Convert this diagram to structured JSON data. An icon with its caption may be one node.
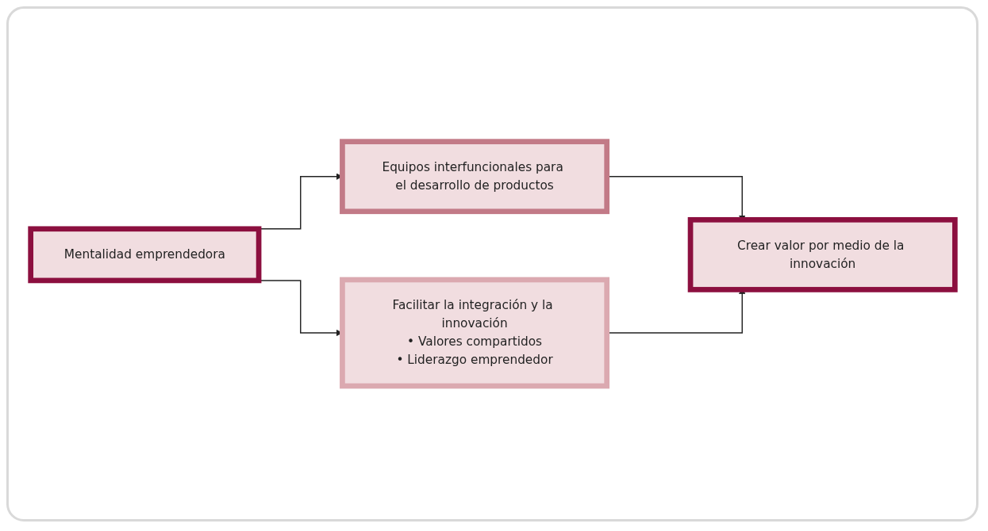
{
  "diagram": {
    "nodes": [
      {
        "text": [
          "Mentalidad emprendedora"
        ]
      },
      {
        "text": [
          "Equipos interfuncionales para el desarrollo de productos"
        ]
      },
      {
        "text": [
          "Facilitar la integración y la innovación",
          "• Valores compartidos",
          "• Liderazgo emprendedor"
        ]
      },
      {
        "text": [
          "Crear valor por medio de la innovación"
        ]
      }
    ],
    "edges": [
      {
        "from": 0,
        "to": 1,
        "arrow": "to"
      },
      {
        "from": 0,
        "to": 2,
        "arrow": "to"
      },
      {
        "from": 1,
        "to": 3,
        "arrow": "to"
      },
      {
        "from": 2,
        "to": 3,
        "arrow": "to"
      }
    ]
  }
}
